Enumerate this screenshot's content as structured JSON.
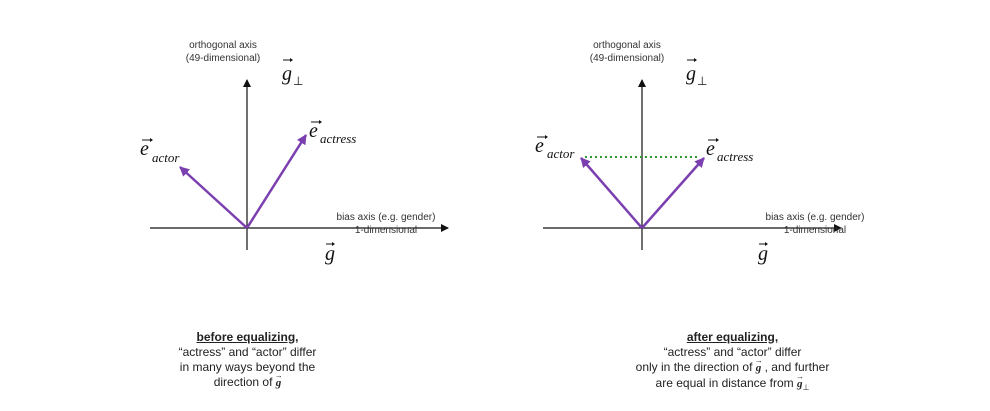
{
  "colors": {
    "vector": "#7b3fb0",
    "axis": "#111111",
    "equal_line": "#2e9a2e"
  },
  "panels": [
    {
      "id": "before",
      "orthogonal_axis_label": [
        "orthogonal axis",
        "(49-dimensional)"
      ],
      "bias_axis_label": [
        "bias axis (e.g. gender)",
        "1-dimensional"
      ],
      "g_perp_symbol": "g",
      "g_perp_subscript": "⊥",
      "g_symbol": "g",
      "e_actor_symbol": "e",
      "e_actor_subscript": "actor",
      "e_actress_symbol": "e",
      "e_actress_subscript": "actress",
      "equal_distance_line": false,
      "caption_heading": "before equalizing,",
      "caption_lines": [
        "“actress” and “actor” differ",
        "in many ways beyond the",
        "direction of"
      ]
    },
    {
      "id": "after",
      "orthogonal_axis_label": [
        "orthogonal axis",
        "(49-dimensional)"
      ],
      "bias_axis_label": [
        "bias axis (e.g. gender)",
        "1-dimensional"
      ],
      "g_perp_symbol": "g",
      "g_perp_subscript": "⊥",
      "g_symbol": "g",
      "e_actor_symbol": "e",
      "e_actor_subscript": "actor",
      "e_actress_symbol": "e",
      "e_actress_subscript": "actress",
      "equal_distance_line": true,
      "caption_heading": "after equalizing,",
      "caption_lines": [
        "“actress” and “actor” differ",
        "only in the direction of",
        ", and further",
        "are equal in distance from"
      ]
    }
  ]
}
